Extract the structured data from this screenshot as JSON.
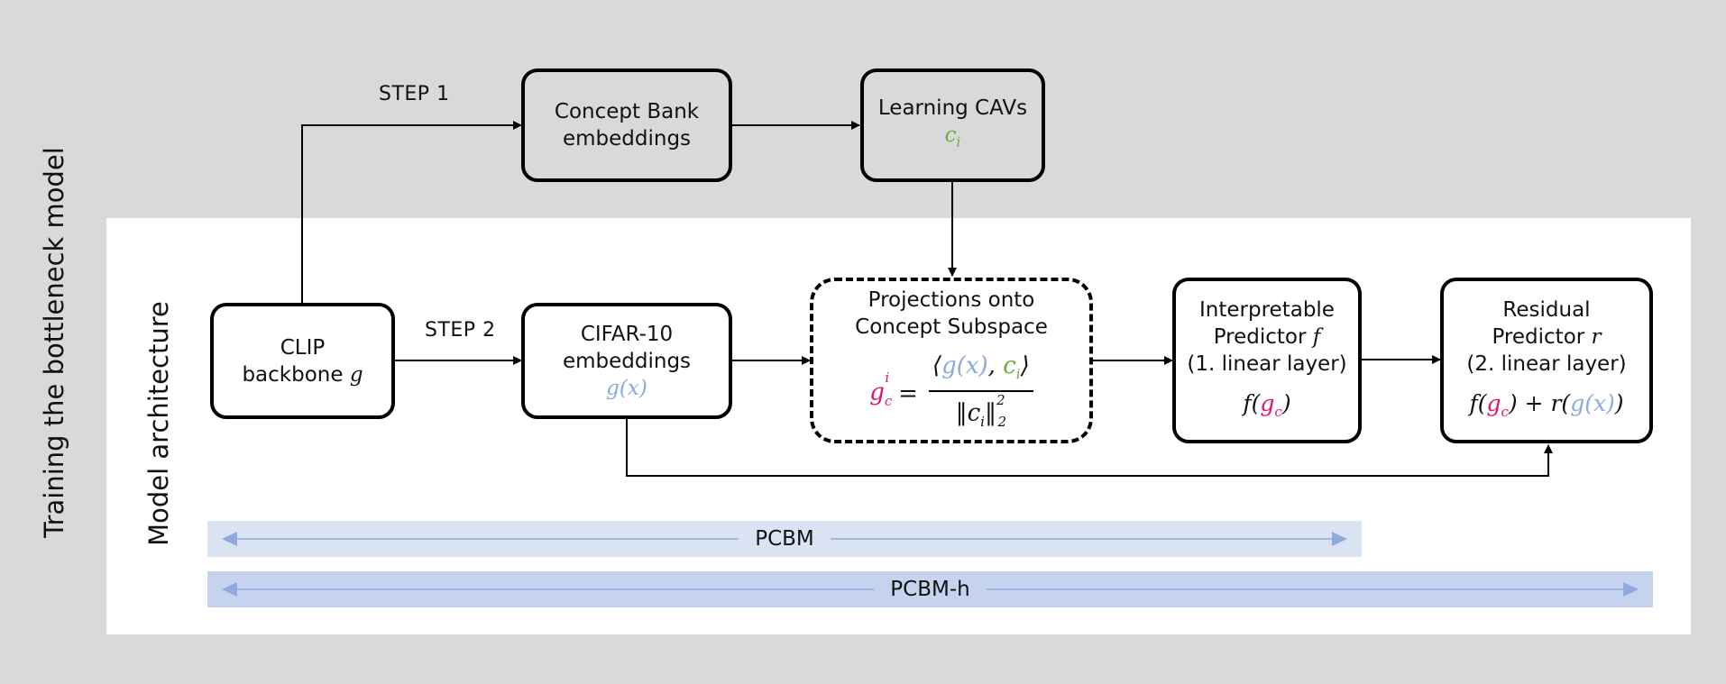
{
  "labels": {
    "outer": "Training the bottleneck model",
    "inner": "Model architecture",
    "step1": "STEP 1",
    "step2": "STEP 2"
  },
  "boxes": {
    "clip": {
      "line1": "CLIP",
      "line2": "backbone",
      "sym": "g"
    },
    "concept_bank": {
      "line1": "Concept Bank",
      "line2": "embeddings"
    },
    "learning_cavs": {
      "line1": "Learning CAVs",
      "sym": "c",
      "sub": "i"
    },
    "cifar": {
      "line1": "CIFAR-10",
      "line2": "embeddings",
      "sym": "g(x)"
    },
    "projections": {
      "line1": "Projections onto",
      "line2": "Concept Subspace"
    },
    "interpretable": {
      "line1": "Interpretable",
      "line2": "Predictor",
      "sym": "f",
      "line3": "(1. linear layer)"
    },
    "residual": {
      "line1": "Residual",
      "line2": "Predictor",
      "sym": "r",
      "line3": "(2. linear layer)"
    }
  },
  "bands": {
    "pcbm": "PCBM",
    "pcbm_h": "PCBM-h"
  },
  "colors": {
    "green": "#6aab3a",
    "blue": "#8aaadc",
    "pink": "#e0156b",
    "band_light": "#dae3f3",
    "band_dark": "#c5d3ee"
  }
}
